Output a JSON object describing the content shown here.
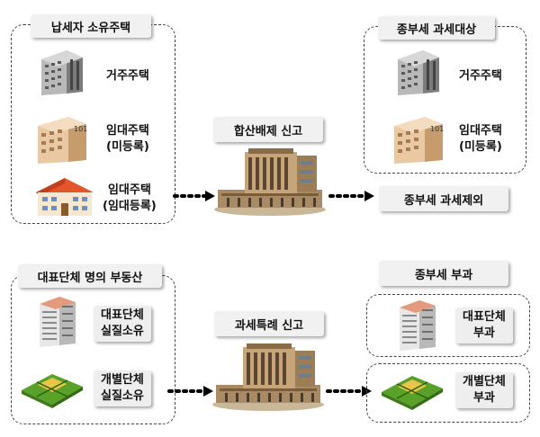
{
  "top": {
    "owner_title": "납세자 소유주택",
    "items": [
      {
        "line1": "거주주택",
        "line2": ""
      },
      {
        "line1": "임대주택",
        "line2": "(미등록)"
      },
      {
        "line1": "임대주택",
        "line2": "(임대등록)"
      }
    ],
    "center_label": "합산배제 신고",
    "target_title": "종부세 과세대상",
    "target_items": [
      {
        "line1": "거주주택",
        "line2": ""
      },
      {
        "line1": "임대주택",
        "line2": "(미등록)"
      }
    ],
    "excluded_label": "종부세 과세제외"
  },
  "bottom": {
    "owner_title": "대표단체 명의 부동산",
    "items": [
      {
        "line1": "대표단체",
        "line2": "실질소유"
      },
      {
        "line1": "개별단체",
        "line2": "실질소유"
      }
    ],
    "center_label": "과세특례 신고",
    "tax_title": "종부세 부과",
    "tax_items": [
      {
        "line1": "대표단체",
        "line2": "부과"
      },
      {
        "line1": "개별단체",
        "line2": "부과"
      }
    ]
  },
  "icons": {
    "apartment": "gray-apartment-icon",
    "unit_number": "101"
  }
}
